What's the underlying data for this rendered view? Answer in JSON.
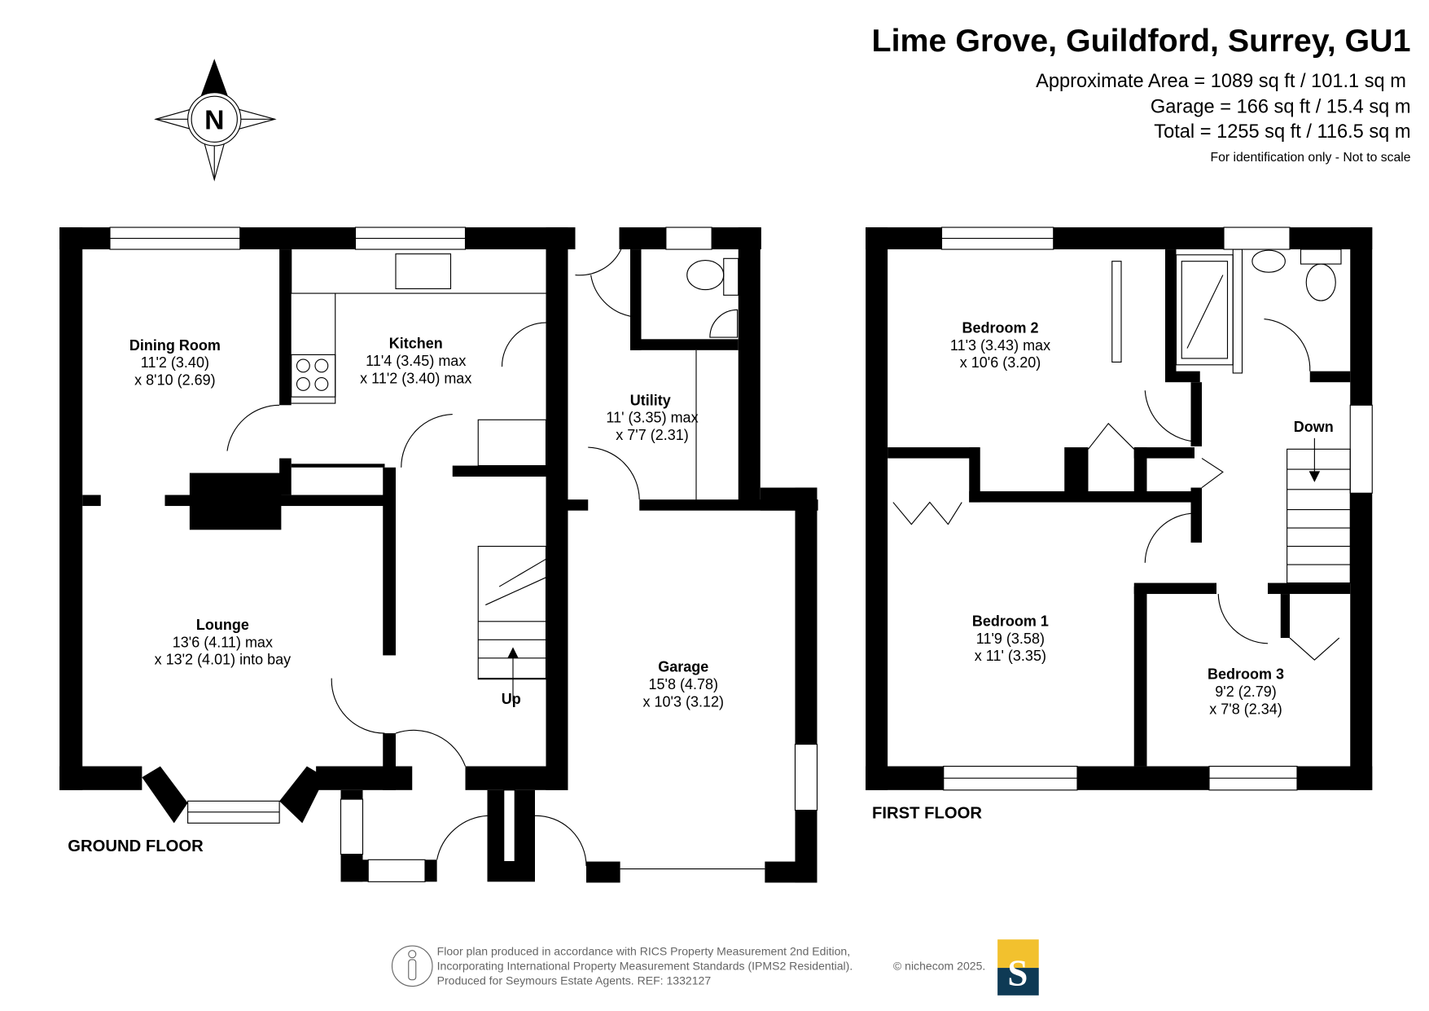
{
  "header": {
    "title": "Lime Grove, Guildford, Surrey, GU1",
    "areas": [
      "Approximate Area = 1089 sq ft / 101.1 sq m",
      "Garage = 166 sq ft / 15.4 sq m",
      "Total = 1255 sq ft / 116.5 sq m"
    ],
    "note": "For identification only - Not to scale"
  },
  "compass": {
    "label": "N"
  },
  "ground_floor": {
    "label": "GROUND FLOOR",
    "rooms": {
      "dining": {
        "name": "Dining Room",
        "dim1": "11'2 (3.40)",
        "dim2": "x 8'10 (2.69)"
      },
      "kitchen": {
        "name": "Kitchen",
        "dim1": "11'4 (3.45) max",
        "dim2": "x 11'2 (3.40) max"
      },
      "utility": {
        "name": "Utility",
        "dim1": "11' (3.35) max",
        "dim2": "x 7'7 (2.31)"
      },
      "lounge": {
        "name": "Lounge",
        "dim1": "13'6 (4.11) max",
        "dim2": "x 13'2 (4.01) into bay"
      },
      "garage": {
        "name": "Garage",
        "dim1": "15'8 (4.78)",
        "dim2": "x 10'3 (3.12)"
      }
    },
    "stairs_label": "Up"
  },
  "first_floor": {
    "label": "FIRST FLOOR",
    "rooms": {
      "bedroom2": {
        "name": "Bedroom 2",
        "dim1": "11'3 (3.43) max",
        "dim2": "x 10'6 (3.20)"
      },
      "bedroom1": {
        "name": "Bedroom 1",
        "dim1": "11'9 (3.58)",
        "dim2": "x 11' (3.35)"
      },
      "bedroom3": {
        "name": "Bedroom 3",
        "dim1": "9'2 (2.79)",
        "dim2": "x 7'8 (2.34)"
      }
    },
    "stairs_label": "Down"
  },
  "footer": {
    "lines": [
      "Floor plan produced in accordance with RICS Property Measurement 2nd Edition,",
      "Incorporating International Property Measurement Standards (IPMS2 Residential).",
      "Produced for Seymours Estate Agents.   REF: 1332127"
    ],
    "copyright": "© nichecom 2025.",
    "logo_letter": "S",
    "logo_colors": {
      "top": "#F2C12E",
      "bottom": "#0E3A55"
    }
  }
}
